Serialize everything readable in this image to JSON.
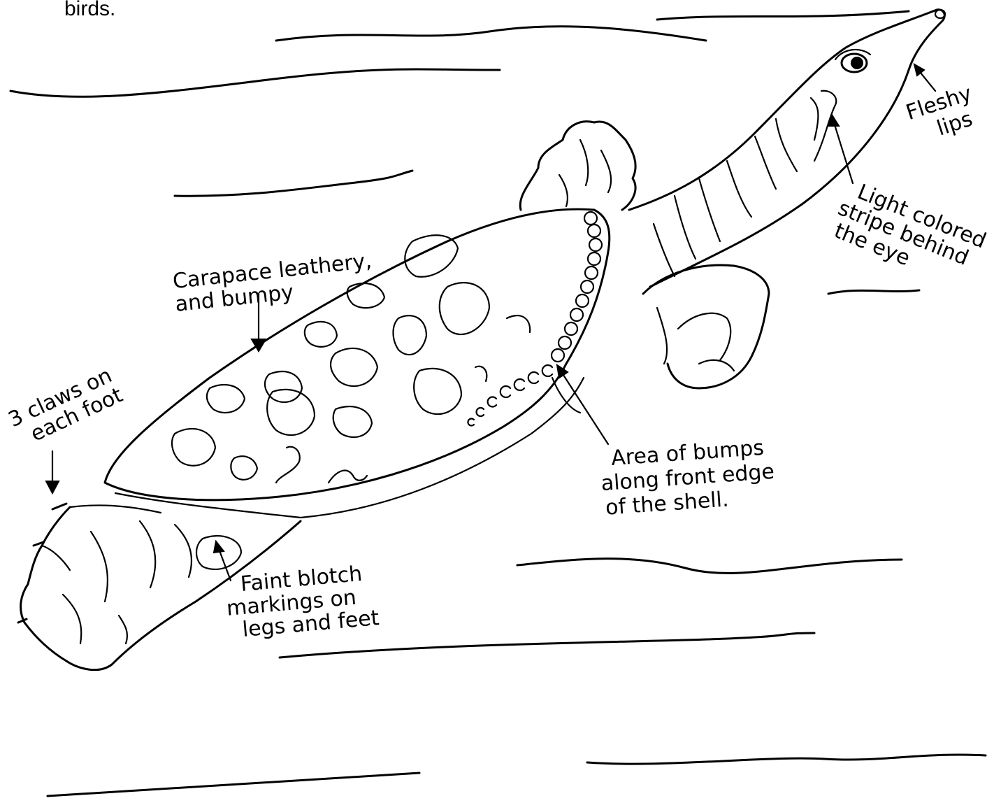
{
  "top_fragment": "birds.",
  "labels": {
    "fleshy_lips": [
      "Fleshy",
      "lips"
    ],
    "light_stripe": [
      "Light colored",
      "stripe behind",
      "the eye"
    ],
    "carapace": [
      "Carapace leathery,",
      "and bumpy"
    ],
    "claws": [
      "3 claws on",
      "each foot"
    ],
    "bumps": [
      "Area of bumps",
      "along front edge",
      "of the shell."
    ],
    "blotch": [
      "Faint blotch",
      "markings on",
      "legs and feet"
    ]
  }
}
